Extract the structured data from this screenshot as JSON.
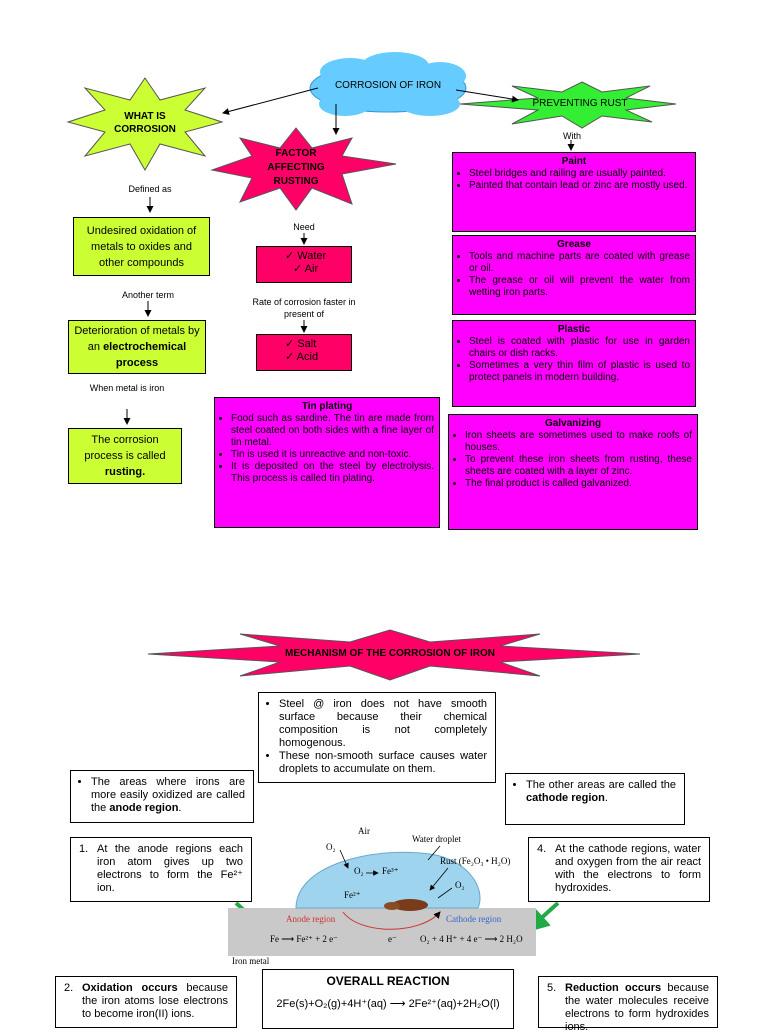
{
  "top": {
    "center_title": "CORROSION OF IRON",
    "what_is": "WHAT IS CORROSION",
    "factor": "FACTOR AFFECTING RUSTING",
    "preventing": "PREVENTING RUST",
    "with_label": "With",
    "defined_as": "Defined as",
    "undesired": "Undesired oxidation of metals to oxides and other compounds",
    "another_term": "Another term",
    "deterioration_pre": "Deterioration of metals by an ",
    "deterioration_bold": "electrochemical process",
    "when_metal": "When metal is iron",
    "called_pre": "The corrosion process is called ",
    "called_bold": "rusting.",
    "need": "Need",
    "need_items": [
      "Water",
      "Air"
    ],
    "rate_label": "Rate of corrosion faster in present of",
    "rate_items": [
      "Salt",
      "Acid"
    ],
    "tin": {
      "title": "Tin plating",
      "items": [
        "Food such as sardine. The tin are made from steel coated on both sides with a fine layer of tin metal.",
        "Tin is used it is unreactive and non-toxic.",
        "It is deposited on the steel by electrolysis. This process is called tin plating."
      ]
    },
    "paint": {
      "title": "Paint",
      "items": [
        "Steel bridges and railing are usually painted.",
        "Painted that contain lead or zinc are mostly used."
      ]
    },
    "grease": {
      "title": "Grease",
      "items": [
        "Tools and machine parts are coated with grease or oil.",
        "The grease or oil will prevent the water from wetting iron parts."
      ]
    },
    "plastic": {
      "title": "Plastic",
      "items": [
        "Steel is coated with plastic for use in garden chairs or dish racks.",
        "Sometimes a very thin film of plastic is used to protect panels in modern building."
      ]
    },
    "galvanizing": {
      "title": "Galvanizing",
      "items": [
        "Iron sheets are sometimes used to make roofs of houses.",
        "To prevent these iron sheets from rusting, these sheets are coated with a layer of zinc.",
        "The final product is called galvanized."
      ]
    }
  },
  "bottom": {
    "mechanism_title": "MECHANISM OF THE CORROSION OF IRON",
    "smooth": [
      "Steel @ iron does not have smooth surface because their chemical composition is not completely homogenous.",
      "These non-smooth surface causes water droplets to accumulate on them."
    ],
    "anode_pre": "The areas where irons are more easily oxidized are called the ",
    "anode_bold": "anode region",
    "anode_post": ".",
    "cathode_pre": "The other areas are called the ",
    "cathode_bold": "cathode region",
    "cathode_post": ".",
    "step1_num": "1.",
    "step1": "At the anode regions each iron atom gives up two electrons to form the Fe²⁺ ion.",
    "step4_num": "4.",
    "step4": "At the cathode regions, water and oxygen from the air react with the electrons to form hydroxides.",
    "step2_num": "2.",
    "step2_bold": "Oxidation occurs",
    "step2": " because the iron atoms lose electrons to become iron(II) ions.",
    "step5_num": "5.",
    "step5_bold": "Reduction occurs",
    "step5": " because the water molecules receive electrons to form hydroxides ions.",
    "overall_title": "OVERALL REACTION",
    "overall_eq": "2Fe(s)+O₂(g)+4H⁺(aq) ⟶ 2Fe²⁺(aq)+2H₂O(l)",
    "diagram": {
      "air": "Air",
      "water_droplet": "Water droplet",
      "o2": "O₂",
      "fe3": "Fe³⁺",
      "fe2": "Fe²⁺",
      "rust": "Rust (Fe₂O₃ • H₂O)",
      "anode_region": "Anode region",
      "cathode_region": "Cathode region",
      "electron": "e⁻",
      "anode_eq": "Fe ⟶ Fe²⁺ + 2 e⁻",
      "cathode_eq": "O₂ + 4 H⁺ + 4 e⁻ ⟶ 2 H₂O",
      "iron_metal": "Iron metal"
    }
  },
  "colors": {
    "cloud": "#66ccff",
    "yellow_star": "#ccff33",
    "green_star": "#33ee33",
    "red_star": "#ff0066",
    "magenta": "#ff00ff",
    "green_box": "#ccff33"
  }
}
